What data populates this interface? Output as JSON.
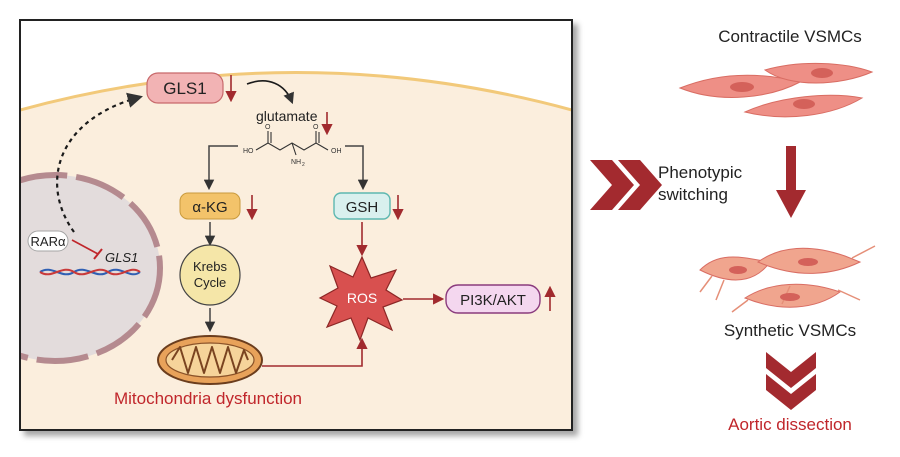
{
  "cell_panel": {
    "gls1_label": "GLS1",
    "glutamate_label": "glutamate",
    "molecule_labels": {
      "ho": "HO",
      "oh": "OH",
      "o1": "O",
      "o2": "O",
      "nh2": "NH",
      "nh2_sub": "2"
    },
    "akg_label": "α-KG",
    "gsh_label": "GSH",
    "krebs_line1": "Krebs",
    "krebs_line2": "Cycle",
    "ros_label": "ROS",
    "pi3k_label": "PI3K/AKT",
    "mito_label": "Mitochondria dysfunction",
    "rar_label": "RARα",
    "gene_label": "GLS1"
  },
  "right_panel": {
    "contractile_label": "Contractile VSMCs",
    "switch_line1": "Phenotypic",
    "switch_line2": "switching",
    "synthetic_label": "Synthetic VSMCs",
    "outcome_label": "Aortic dissection"
  },
  "colors": {
    "cell_fill": "#fbeedd",
    "membrane": "#f2c97a",
    "nucleus_fill": "#e3dcdc",
    "nucleus_border": "#b58a8f",
    "down_arrow": "#a12a2e",
    "dark_red": "#a32a2f",
    "red_text": "#c0262b",
    "gls1_fill": "#f2b3b4",
    "akg_fill": "#f3c36a",
    "gsh_fill": "#d9f0ee",
    "gsh_border": "#5db7b0",
    "krebs_fill": "#f5e6a8",
    "ros_fill": "#d8504f",
    "pi3k_fill": "#f4d7ef",
    "pi3k_border": "#8a3b7d",
    "vsmc_fill": "#ee8f86"
  }
}
